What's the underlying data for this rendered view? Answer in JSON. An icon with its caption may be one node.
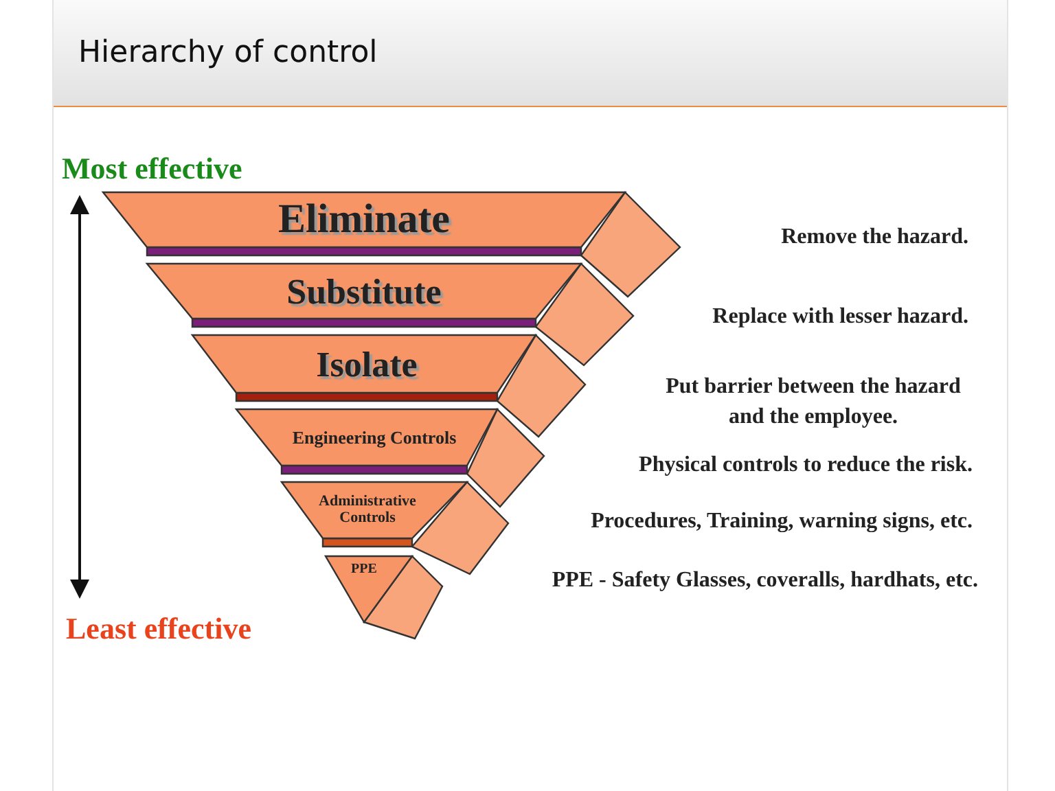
{
  "diagram": {
    "title": "Hierarchy of control",
    "nodes": [
      {
        "text": [
          "Eliminate"
        ]
      },
      {
        "text": [
          "Substitute"
        ]
      },
      {
        "text": [
          "Isolate"
        ]
      },
      {
        "text": [
          "Engineering Controls"
        ]
      },
      {
        "text": [
          "Administrative Controls"
        ]
      },
      {
        "text": [
          "PPE"
        ]
      }
    ],
    "labels": [
      "Most effective",
      "Remove the hazard.",
      "Replace with lesser hazard.",
      "Put barrier between the hazard and the employee.",
      "Physical controls to reduce the risk.",
      "Procedures, Training, warning signs, etc.",
      "PPE - Safety Glasses, coveralls, hardhats, etc.",
      "Least effective"
    ]
  }
}
